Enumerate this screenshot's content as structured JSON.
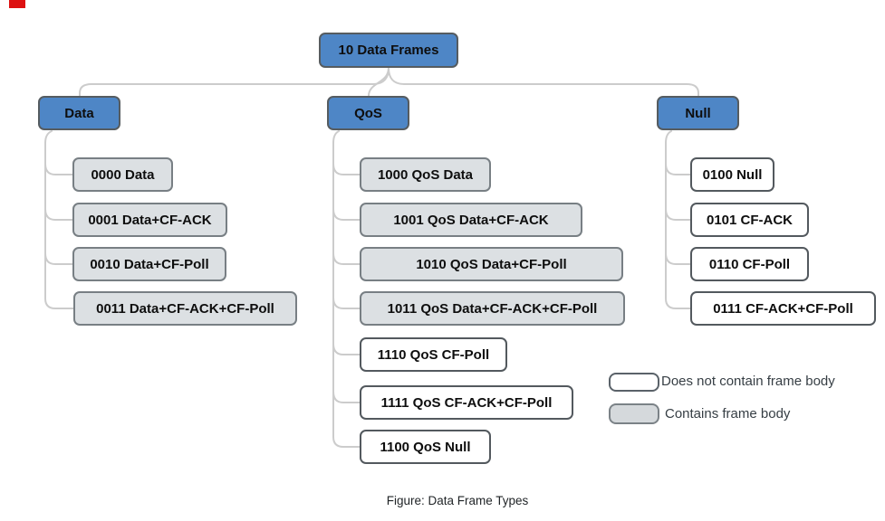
{
  "colors": {
    "branch_fill": "#4e86c6",
    "filled_fill": "#dce0e3",
    "empty_fill": "#ffffff",
    "border_dark": "#53595e",
    "connector": "#cccccc",
    "marker_red": "#dd1111"
  },
  "root": {
    "label": "10 Data Frames"
  },
  "branches": [
    {
      "label": "Data",
      "children": [
        {
          "label": "0000 Data",
          "contains_frame_body": true
        },
        {
          "label": "0001 Data+CF-ACK",
          "contains_frame_body": true
        },
        {
          "label": "0010 Data+CF-Poll",
          "contains_frame_body": true
        },
        {
          "label": "0011 Data+CF-ACK+CF-Poll",
          "contains_frame_body": true
        }
      ]
    },
    {
      "label": "QoS",
      "children": [
        {
          "label": "1000 QoS Data",
          "contains_frame_body": true
        },
        {
          "label": "1001 QoS Data+CF-ACK",
          "contains_frame_body": true
        },
        {
          "label": "1010 QoS Data+CF-Poll",
          "contains_frame_body": true
        },
        {
          "label": "1011 QoS Data+CF-ACK+CF-Poll",
          "contains_frame_body": true
        },
        {
          "label": "1110 QoS CF-Poll",
          "contains_frame_body": false
        },
        {
          "label": "1111 QoS CF-ACK+CF-Poll",
          "contains_frame_body": false
        },
        {
          "label": "1100 QoS Null",
          "contains_frame_body": false
        }
      ]
    },
    {
      "label": "Null",
      "children": [
        {
          "label": "0100 Null",
          "contains_frame_body": false
        },
        {
          "label": "0101 CF-ACK",
          "contains_frame_body": false
        },
        {
          "label": "0110 CF-Poll",
          "contains_frame_body": false
        },
        {
          "label": "0111 CF-ACK+CF-Poll",
          "contains_frame_body": false
        }
      ]
    }
  ],
  "legend": {
    "items": [
      {
        "swatch": "empty",
        "label": "Does not contain frame body"
      },
      {
        "swatch": "filled",
        "label": "Contains frame body"
      }
    ]
  },
  "caption": "Figure: Data Frame Types"
}
